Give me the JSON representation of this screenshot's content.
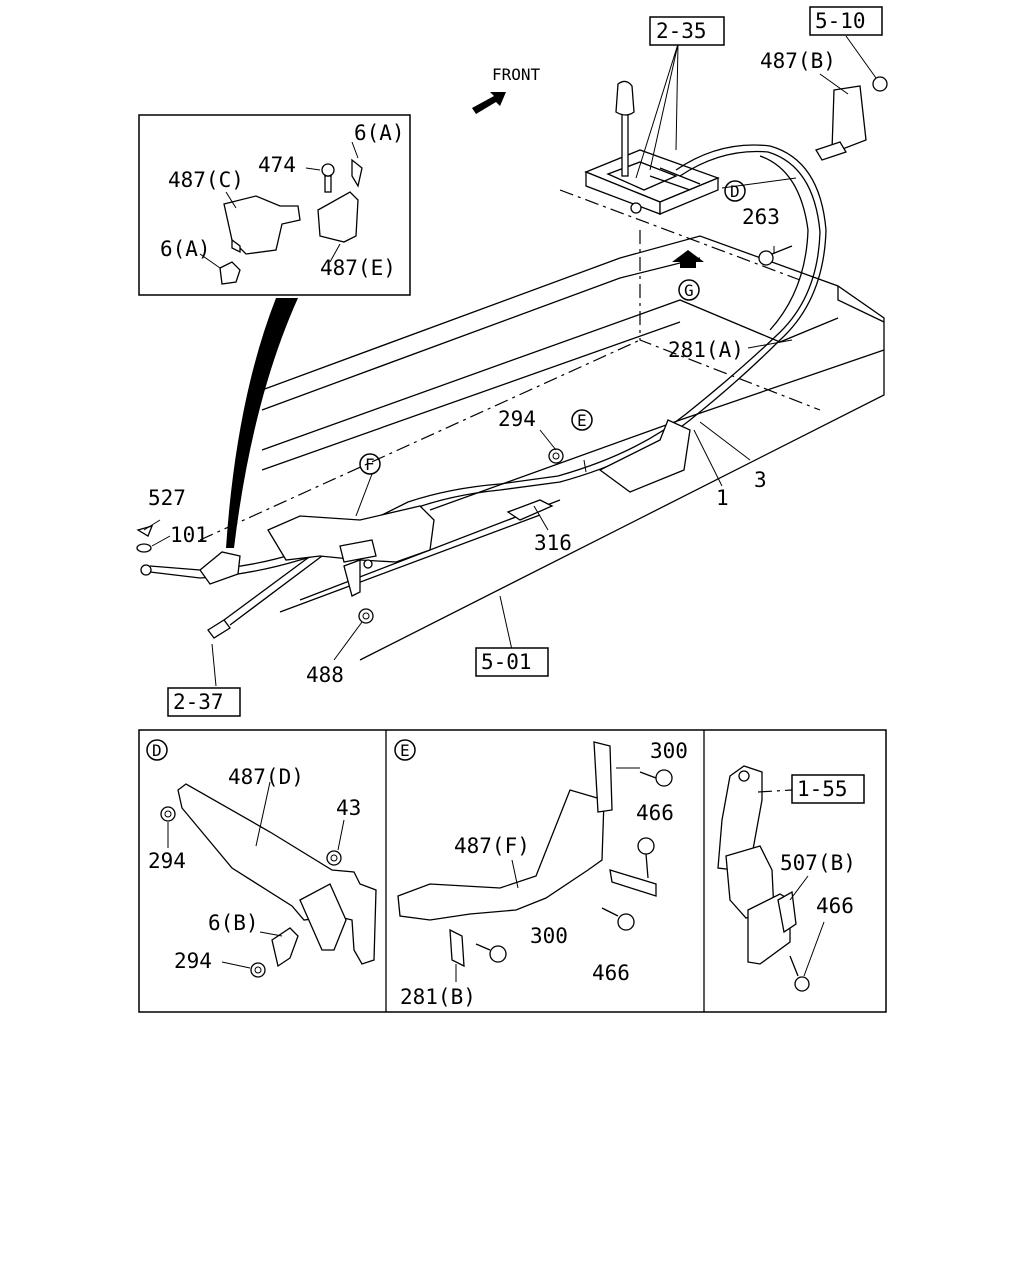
{
  "labels": {
    "front": "FRONT",
    "ref_2_35": "2-35",
    "ref_5_10": "5-10",
    "ref_1_55": "1-55",
    "ref_5_01": "5-01",
    "ref_2_37": "2-37",
    "p487b": "487(B)",
    "p263": "263",
    "p281a": "281(A)",
    "p294_main": "294",
    "p3": "3",
    "p1": "1",
    "p316": "316",
    "p527": "527",
    "p101": "101",
    "p488": "488",
    "circle_d": "D",
    "circle_e": "E",
    "circle_f": "F",
    "circle_g": "G"
  },
  "inset_f": {
    "p6a_top": "6(A)",
    "p474": "474",
    "p487c": "487(C)",
    "p6a_bottom": "6(A)",
    "p487e": "487(E)"
  },
  "panel_d": {
    "tag": "D",
    "p487d": "487(D)",
    "p43": "43",
    "p294_a": "294",
    "p6b": "6(B)",
    "p294_b": "294"
  },
  "panel_e": {
    "tag": "E",
    "p300_a": "300",
    "p466_a": "466",
    "p487f": "487(F)",
    "p300_b": "300",
    "p466_b": "466",
    "p281b": "281(B)"
  },
  "panel_g": {
    "p507b": "507(B)",
    "p466": "466"
  }
}
